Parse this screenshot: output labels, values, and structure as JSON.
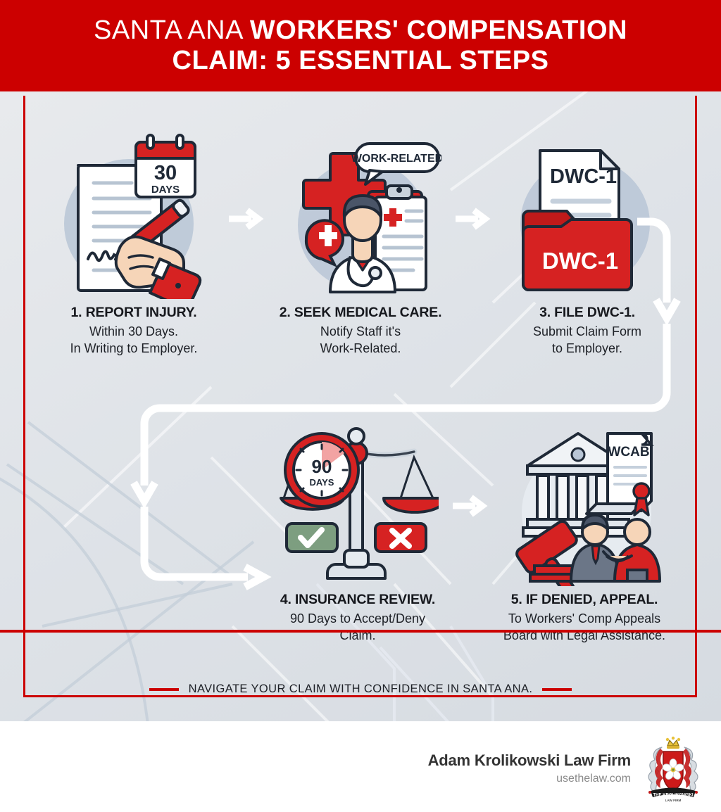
{
  "header": {
    "title_part_light": "SANTA ANA ",
    "title_part_bold": "WORKERS' COMPENSATION",
    "title_line2": "CLAIM: 5 ESSENTIAL STEPS"
  },
  "colors": {
    "brand_red": "#cc0000",
    "deep_red": "#d41c1c",
    "ink": "#1d2026",
    "panel_bg": "#dfe3e8",
    "accent_blue_gray": "#b9c6d6",
    "green": "#7d9e80"
  },
  "steps": [
    {
      "number": "1",
      "title": "1. REPORT INJURY.",
      "desc_line1": "Within 30 Days.",
      "desc_line2": "In Writing to Employer.",
      "art": {
        "name": "signing-document-with-calendar",
        "calendar_number": "30",
        "calendar_unit": "DAYS"
      }
    },
    {
      "number": "2",
      "title": "2. SEEK MEDICAL CARE.",
      "desc_line1": "Notify Staff it's",
      "desc_line2": "Work-Related.",
      "art": {
        "name": "doctor-with-clipboard",
        "speech_bubble": "WORK-RELATED"
      }
    },
    {
      "number": "3",
      "title": "3. FILE DWC-1.",
      "desc_line1": "Submit Claim Form",
      "desc_line2": "to Employer.",
      "art": {
        "name": "dwc1-folder-and-form",
        "document_label": "DWC-1",
        "folder_label": "DWC-1"
      }
    },
    {
      "number": "4",
      "title": "4. INSURANCE REVIEW.",
      "desc_line1": "90 Days to Accept/Deny",
      "desc_line2": "Claim.",
      "art": {
        "name": "scales-with-timer",
        "timer_number": "90",
        "timer_unit": "DAYS",
        "approve_icon": "check-icon",
        "deny_icon": "cross-icon"
      }
    },
    {
      "number": "5",
      "title": "5. IF DENIED, APPEAL.",
      "desc_line1": "To Workers' Comp Appeals",
      "desc_line2": "Board with Legal Assistance.",
      "art": {
        "name": "courthouse-gavel-handshake",
        "scroll_label": "WCAB"
      }
    }
  ],
  "tagline": "NAVIGATE YOUR CLAIM WITH CONFIDENCE IN SANTA ANA.",
  "footer": {
    "firm_name": "Adam Krolikowski Law Firm",
    "website": "usethelaw.com",
    "crest": {
      "banner_top": "THE KROLIKOWSKI",
      "banner_bottom": "LAW FIRM"
    }
  }
}
